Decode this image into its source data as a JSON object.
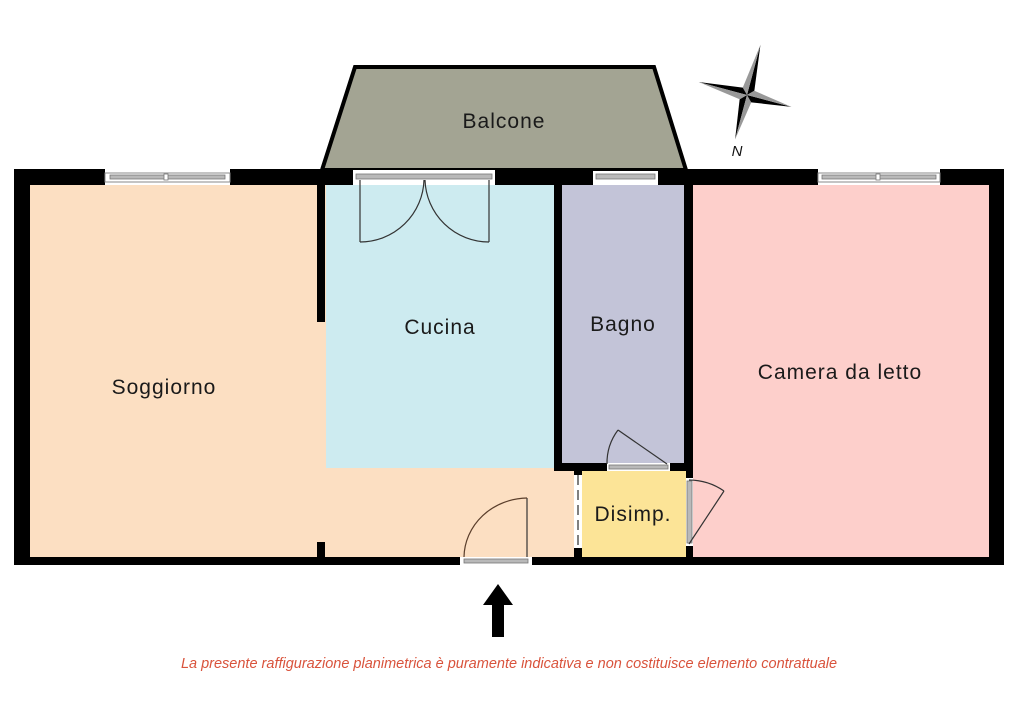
{
  "rooms": {
    "balcone": {
      "label": "Balcone",
      "color": "#a3a493"
    },
    "soggiorno": {
      "label": "Soggiorno",
      "color": "#fcdfc2"
    },
    "cucina": {
      "label": "Cucina",
      "color": "#cdebf0"
    },
    "bagno": {
      "label": "Bagno",
      "color": "#c3c4d8"
    },
    "camera": {
      "label": "Camera da letto",
      "color": "#fdcfcb"
    },
    "disimpegno": {
      "label": "Disimp.",
      "color": "#fce497"
    }
  },
  "compass": {
    "label": "N",
    "icon": "compass-rose-icon"
  },
  "entrance": {
    "icon": "entrance-arrow-icon"
  },
  "colors": {
    "wall": "#000000",
    "window": "#9a9a9a",
    "door_arc": "#333333",
    "disclaimer": "#d9533c"
  },
  "disclaimer": "La presente raffigurazione planimetrica è puramente indicativa e non costituisce elemento contrattuale"
}
